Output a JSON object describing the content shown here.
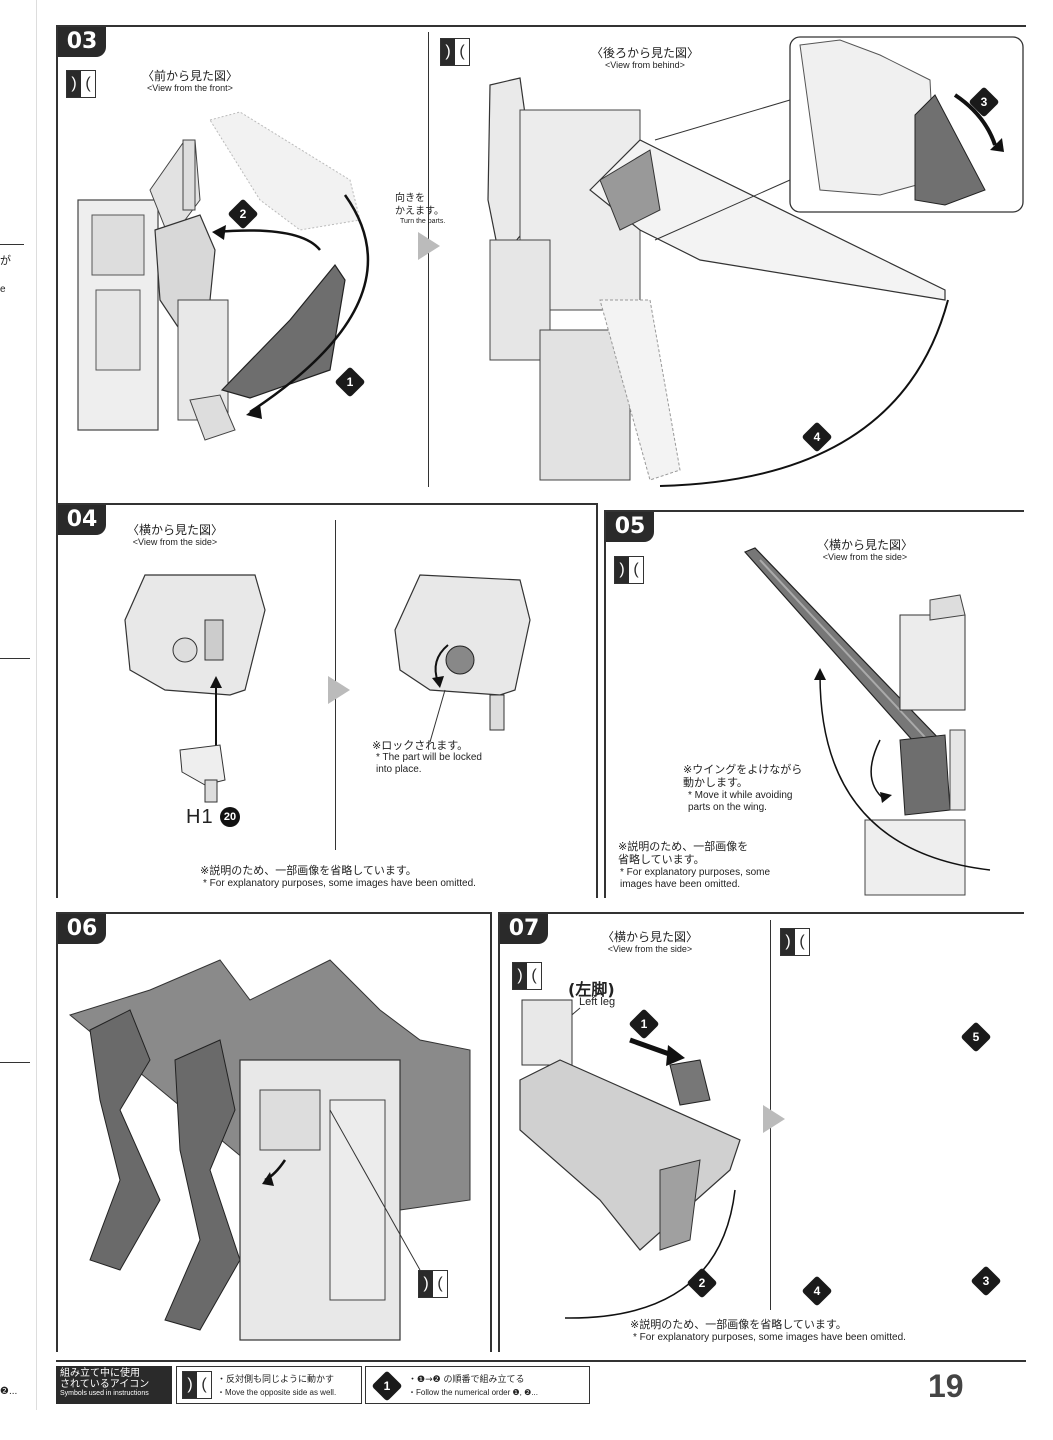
{
  "page_number": "19",
  "steps": {
    "s03": {
      "num": "03",
      "front_jp": "〈前から見た図〉",
      "front_en": "<View from the front>",
      "turn_jp": "向きを\nかえます。",
      "turn_en": "Turn the parts.",
      "behind_jp": "〈後ろから見た図〉",
      "behind_en": "<View from behind>"
    },
    "s04": {
      "num": "04",
      "side_jp": "〈横から見た図〉",
      "side_en": "<View from the side>",
      "part_label": "H1",
      "part_num": "20",
      "lock_jp": "※ロックされます。",
      "lock_en": "* The part will be locked\n  into place.",
      "omit_jp": "※説明のため、一部画像を省略しています。",
      "omit_en": "* For explanatory purposes, some images have been omitted."
    },
    "s05": {
      "num": "05",
      "side_jp": "〈横から見た図〉",
      "side_en": "<View from the side>",
      "avoid_jp": "※ウイングをよけながら\n  動かします。",
      "avoid_en": "* Move it while avoiding\n  parts on the wing.",
      "omit_jp": "※説明のため、一部画像を\n  省略しています。",
      "omit_en": "* For explanatory purposes, some\n  images have been omitted."
    },
    "s06": {
      "num": "06"
    },
    "s07": {
      "num": "07",
      "side_jp": "〈横から見た図〉",
      "side_en": "<View from the side>",
      "leg_jp": "(左脚)",
      "leg_en": "Left leg",
      "omit_jp": "※説明のため、一部画像を省略しています。",
      "omit_en": "* For explanatory purposes, some images have been omitted."
    }
  },
  "footer": {
    "legend_jp": "組み立て中に使用\nされているアイコン",
    "legend_en": "Symbols used in instructions",
    "mirror_jp": "・反対側も同じように動かす",
    "mirror_en": "・Move the opposite side as well.",
    "order_jp": "・❶→❷ の順番で組み立てる",
    "order_en": "・Follow the numerical order ❶, ❷..."
  },
  "left_margin": {
    "frag1": "が",
    "frag2": "e",
    "frag3": "❷..."
  },
  "colors": {
    "ink": "#2a2a2a",
    "part_gray": "#6e6e6e",
    "light": "#e6e6e6",
    "arrow_gray": "#bbb"
  }
}
